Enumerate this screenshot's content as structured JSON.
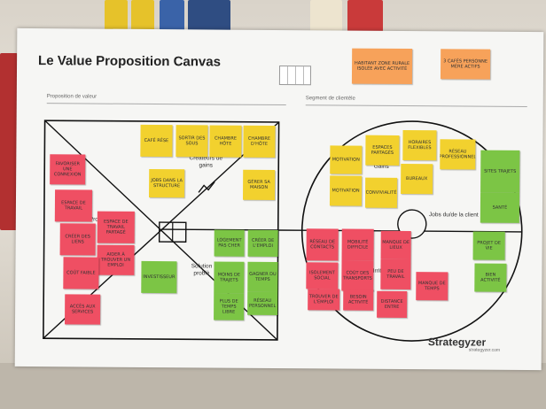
{
  "poster": {
    "title": "Le Value Proposition Canvas",
    "left_section": "Proposition de valeur",
    "right_section": "Segment de clientèle",
    "gain_creators": "Créateurs de gains",
    "products_short": "Pro",
    "pain_relievers_partial": "Solution problè",
    "gains": "Gains",
    "customer_jobs": "Jobs du/de la client",
    "pains_partial": "Irrit",
    "brand": "Strategyzer",
    "brand_url": "strategyzer.com"
  },
  "notes": [
    {
      "id": "top-orange-1",
      "color": "orange",
      "text": "HABITANT ZONE RURALE ISOLÉE AVEC ACTIVITÉ"
    },
    {
      "id": "top-orange-2",
      "color": "orange",
      "text": "3 CAFÉS PERSONNE MÈRE ACTIFS"
    },
    {
      "id": "y1",
      "color": "yellow",
      "text": "CAFÉ RÉSE"
    },
    {
      "id": "y2",
      "color": "yellow",
      "text": "SORTIR DES SOUS"
    },
    {
      "id": "y3",
      "color": "yellow",
      "text": "CHAMBRE HÔTE"
    },
    {
      "id": "y4",
      "color": "yellow",
      "text": "CHAMBRE D'HÔTE"
    },
    {
      "id": "y5",
      "color": "yellow",
      "text": "JOBS DANS LA STRUCTURE"
    },
    {
      "id": "y6",
      "color": "yellow",
      "text": "GÉRER SA MAISON"
    },
    {
      "id": "y7",
      "color": "yellow",
      "text": "ESPACES PARTAGÉS"
    },
    {
      "id": "y8",
      "color": "yellow",
      "text": "HORAIRES FLEXIBLES"
    },
    {
      "id": "y9",
      "color": "yellow",
      "text": "RÉSEAU PROFESSIONNEL"
    },
    {
      "id": "y10",
      "color": "yellow",
      "text": "MOTIVATION"
    },
    {
      "id": "y11",
      "color": "yellow",
      "text": "CONVIVIALITÉ"
    },
    {
      "id": "y12",
      "color": "yellow",
      "text": "BUREAUX"
    },
    {
      "id": "y13",
      "color": "yellow",
      "text": "MOTIVATION"
    },
    {
      "id": "p1",
      "color": "pink",
      "text": "FAVORISER UNE CONNEXION"
    },
    {
      "id": "p2",
      "color": "pink",
      "text": "ESPACE DE TRAVAIL"
    },
    {
      "id": "p3",
      "color": "pink",
      "text": "CRÉER DES LIENS"
    },
    {
      "id": "p4",
      "color": "pink",
      "text": "ESPACE DE TRAVAIL PARTAGÉ"
    },
    {
      "id": "p5",
      "color": "pink",
      "text": "AIDER À TROUVER UN EMPLOI"
    },
    {
      "id": "p6",
      "color": "pink",
      "text": "COÛT FAIBLE"
    },
    {
      "id": "p7",
      "color": "pink",
      "text": "ACCÈS AUX SERVICES"
    },
    {
      "id": "p8",
      "color": "pink",
      "text": "RÉSEAU DE CONTACTS"
    },
    {
      "id": "p9",
      "color": "pink",
      "text": "MOBILITÉ DIFFICILE"
    },
    {
      "id": "p10",
      "color": "pink",
      "text": "MANQUE DE LIEUX"
    },
    {
      "id": "p11",
      "color": "pink",
      "text": "ISOLEMENT SOCIAL"
    },
    {
      "id": "p12",
      "color": "pink",
      "text": "COÛT DES TRANSPORTS"
    },
    {
      "id": "p13",
      "color": "pink",
      "text": "PEU DE TRAVAIL"
    },
    {
      "id": "p14",
      "color": "pink",
      "text": "MANQUE DE TEMPS"
    },
    {
      "id": "p15",
      "color": "pink",
      "text": "DISTANCE ENTRE"
    },
    {
      "id": "p16",
      "color": "pink",
      "text": "TROUVER DE L'EMPLOI"
    },
    {
      "id": "p17",
      "color": "pink",
      "text": "BESOIN ACTIVITÉ"
    },
    {
      "id": "g1",
      "color": "green",
      "text": "INVESTISSEUR"
    },
    {
      "id": "g2",
      "color": "green",
      "text": "LOGEMENT PAS CHER"
    },
    {
      "id": "g3",
      "color": "green",
      "text": "CRÉER DE L'EMPLOI"
    },
    {
      "id": "g4",
      "color": "green",
      "text": "MOINS DE TRAJETS"
    },
    {
      "id": "g5",
      "color": "green",
      "text": "GAGNER DU TEMPS"
    },
    {
      "id": "g6",
      "color": "green",
      "text": "PLUS DE TEMPS LIBRE"
    },
    {
      "id": "g7",
      "color": "green",
      "text": "RÉSEAU PERSONNEL"
    },
    {
      "id": "g8",
      "color": "green",
      "text": "SITES TRAJETS"
    },
    {
      "id": "g9",
      "color": "green",
      "text": "SANTÉ"
    },
    {
      "id": "g10",
      "color": "green",
      "text": "PROJET DE VIE"
    },
    {
      "id": "g11",
      "color": "green",
      "text": "BIEN ACTIVITÉ"
    }
  ]
}
